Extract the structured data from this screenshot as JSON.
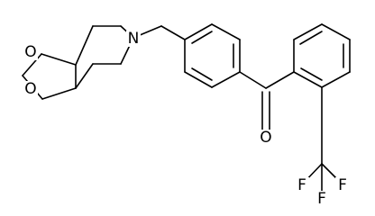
{
  "atoms": [
    {
      "id": "spiro_o1",
      "label": "O"
    },
    {
      "id": "spiro_o2",
      "label": "O"
    },
    {
      "id": "piperidine_n",
      "label": "N"
    },
    {
      "id": "carbonyl_o",
      "label": "O"
    },
    {
      "id": "cf3_f1",
      "label": "F"
    },
    {
      "id": "cf3_f2",
      "label": "F"
    },
    {
      "id": "cf3_f3",
      "label": "F"
    }
  ]
}
